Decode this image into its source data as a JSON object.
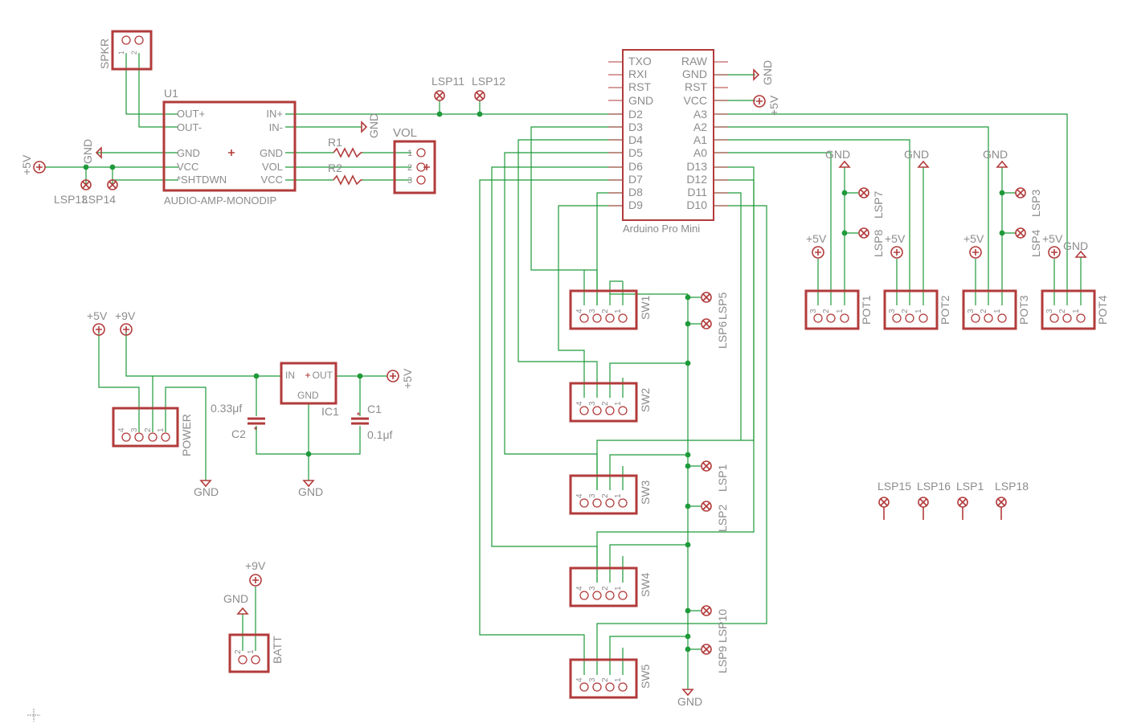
{
  "parts": {
    "spkr": "SPKR",
    "u1": "U1",
    "amp_name": "AUDIO-AMP-MONODIP",
    "amp_pins_left": [
      "OUT+",
      "OUT-",
      "GND",
      "VCC",
      "*SHTDWN"
    ],
    "amp_pins_right": [
      "IN+",
      "IN-",
      "GND",
      "VOL",
      "VCC"
    ],
    "r1": "R1",
    "r2": "R2",
    "vol": "VOL",
    "arduino": "Arduino Pro Mini",
    "ard_left": [
      "TXO",
      "RXI",
      "RST",
      "GND",
      "D2",
      "D3",
      "D4",
      "D5",
      "D6",
      "D7",
      "D8",
      "D9"
    ],
    "ard_right": [
      "RAW",
      "GND",
      "RST",
      "VCC",
      "A3",
      "A2",
      "A1",
      "A0",
      "D13",
      "D12",
      "D11",
      "D10"
    ],
    "sw": [
      "SW1",
      "SW2",
      "SW3",
      "SW4",
      "SW5"
    ],
    "pot": [
      "POT1",
      "POT2",
      "POT3",
      "POT4"
    ],
    "power": "POWER",
    "ic1": "IC1",
    "reg_in": "IN",
    "reg_out": "OUT",
    "reg_gnd": "GND",
    "c1": "C1",
    "c1_val": "0.1μf",
    "c2": "C2",
    "c2_val": "0.33μf",
    "batt": "BATT"
  },
  "nets": {
    "gnd": "GND",
    "p5v": "+5V",
    "p9v": "+9V"
  },
  "lsp": {
    "lsp11": "LSP11",
    "lsp12": "LSP12",
    "lsp13": "LSP13",
    "lsp14": "LSP14",
    "lsp5": "LSP5",
    "lsp6": "LSP6",
    "lsp7": "LSP7",
    "lsp8": "LSP8",
    "lsp3": "LSP3",
    "lsp4": "LSP4",
    "lsp1": "LSP1",
    "lsp2": "LSP2",
    "lsp9": "LSP9",
    "lsp10": "LSP10",
    "lsp15": "LSP15",
    "lsp16": "LSP16",
    "lsp17": "LSP1",
    "lsp18": "LSP18"
  },
  "pin_numbers": {
    "four": [
      "4",
      "3",
      "2",
      "1"
    ],
    "three": [
      "3",
      "2",
      "1"
    ],
    "two": [
      "2",
      "1"
    ],
    "two_rev": [
      "1",
      "2"
    ],
    "vol": [
      "1",
      "2",
      "3"
    ]
  }
}
